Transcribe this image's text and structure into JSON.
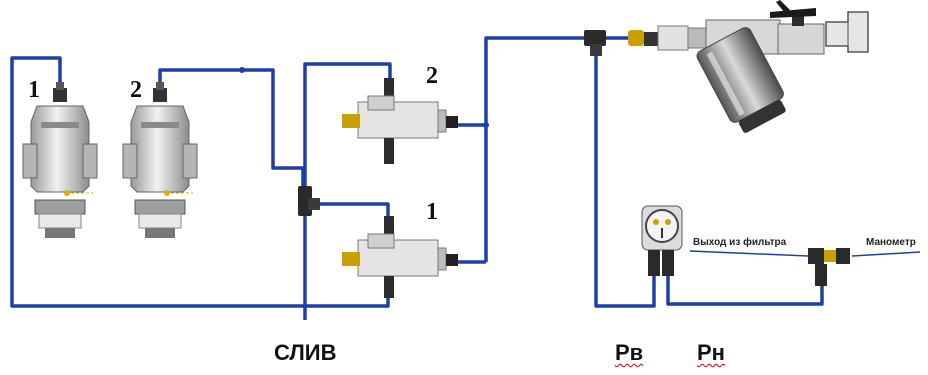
{
  "labels": {
    "filter_left_1": "1",
    "filter_left_2": "2",
    "valve_top": "2",
    "valve_bottom": "1",
    "drain": "СЛИВ",
    "pressure_in": "Рв",
    "pressure_out": "Рн",
    "filter_outlet": "Выход из фильтра",
    "manometer": "Манометр"
  },
  "colors": {
    "pipe": "#1f3fa8",
    "housing": "#c8c8c8",
    "body": "#e6e6e6",
    "accent": "#e0b000",
    "dark": "#222222"
  },
  "components": [
    {
      "name": "filter-housing-1",
      "icon": "disc-filter"
    },
    {
      "name": "filter-housing-2",
      "icon": "disc-filter"
    },
    {
      "name": "hydraulic-valve-2",
      "icon": "three-way-valve"
    },
    {
      "name": "hydraulic-valve-1",
      "icon": "three-way-valve"
    },
    {
      "name": "supply-filter",
      "icon": "y-strainer"
    },
    {
      "name": "ball-valve",
      "icon": "ball-valve"
    },
    {
      "name": "pressure-differential-controller",
      "icon": "dp-controller"
    }
  ]
}
